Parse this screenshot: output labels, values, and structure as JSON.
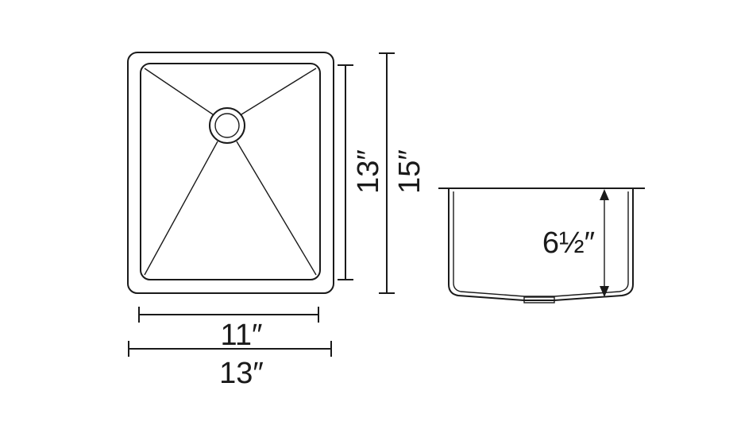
{
  "dimensions": {
    "inner_width": "11″",
    "outer_width": "13″",
    "inner_length": "13″",
    "outer_length": "15″",
    "depth": "6½″"
  },
  "colors": {
    "line": "#1a1a1a",
    "background": "#ffffff"
  }
}
